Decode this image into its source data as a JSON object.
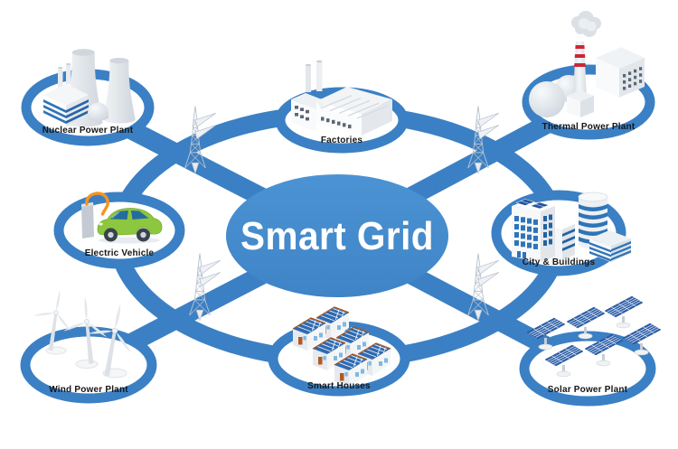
{
  "title": "Smart Grid",
  "nodes": [
    {
      "id": "nuclear-power-plant",
      "label": "Nuclear Power Plant",
      "icon": "cooling-towers-icon"
    },
    {
      "id": "factories",
      "label": "Factories",
      "icon": "factory-sawtooth-icon"
    },
    {
      "id": "thermal-power-plant",
      "label": "Thermal Power Plant",
      "icon": "striped-chimney-icon"
    },
    {
      "id": "electric-vehicle",
      "label": "Electric Vehicle",
      "icon": "green-car-charger-icon"
    },
    {
      "id": "city-buildings",
      "label": "City & Buildings",
      "icon": "city-towers-icon"
    },
    {
      "id": "wind-power-plant",
      "label": "Wind Power Plant",
      "icon": "wind-turbines-icon"
    },
    {
      "id": "smart-houses",
      "label": "Smart Houses",
      "icon": "solar-roof-houses-icon"
    },
    {
      "id": "solar-power-plant",
      "label": "Solar Power Plant",
      "icon": "solar-panels-icon"
    }
  ],
  "connector": {
    "shape": "ellipse-ring-with-diagonals",
    "tower_icon": "transmission-tower-icon",
    "tower_count": 4
  },
  "colors": {
    "accent_blue": "#3b80c4",
    "hub_gradient_top": "#4b93d4",
    "hub_gradient_bottom": "#3f84c6",
    "label_text": "#161616",
    "title_text": "#ffffff",
    "panel_blue": "#2d5fa9",
    "window_blue": "#2e74b8",
    "car_green": "#8dc63f",
    "cable_orange": "#f7941d",
    "chimney_red": "#cf2533",
    "icon_gray": "#dfe3e8"
  }
}
